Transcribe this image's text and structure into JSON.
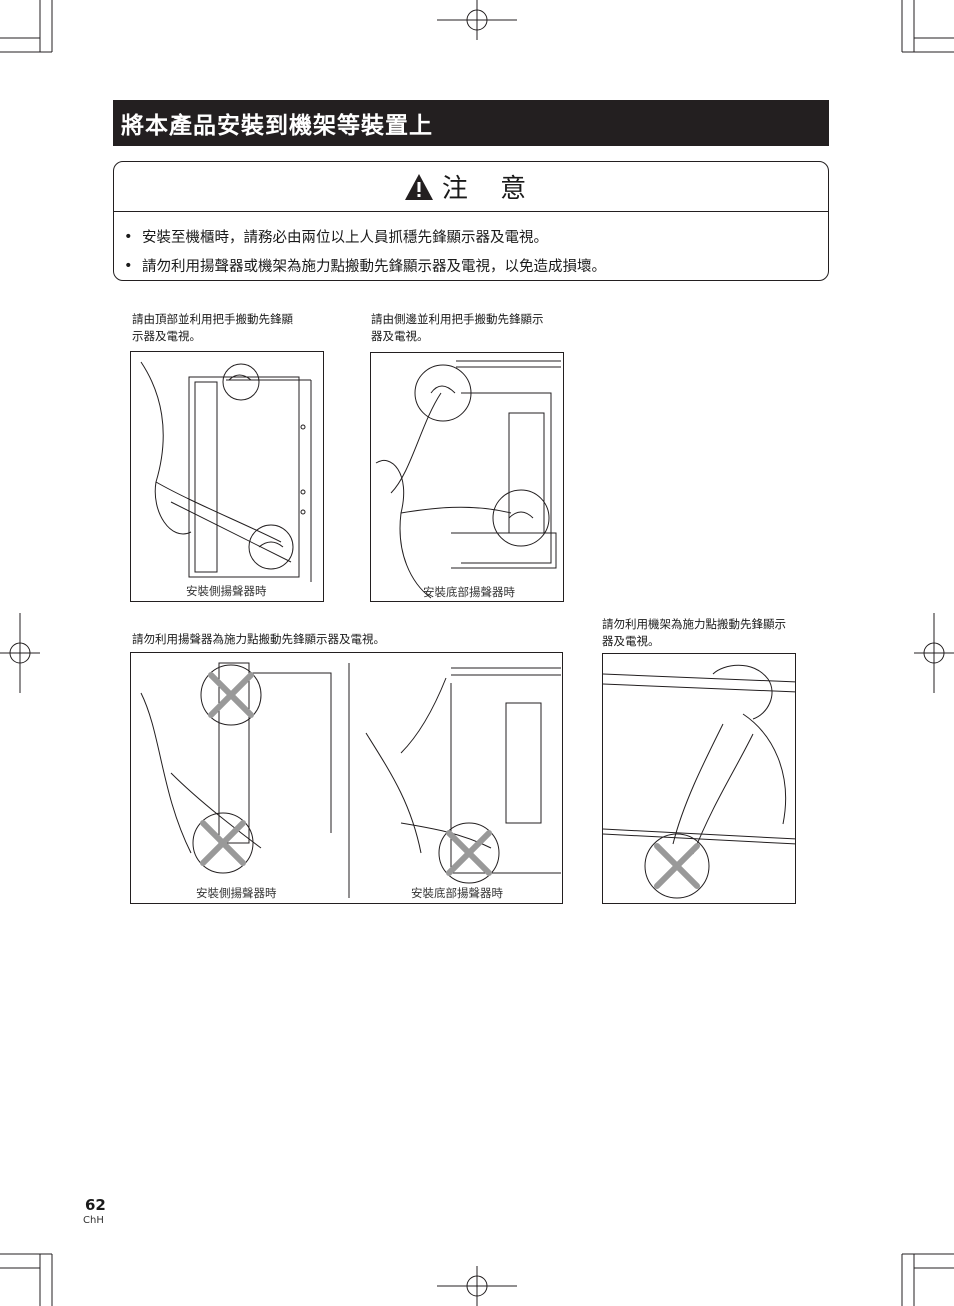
{
  "title": "將本產品安裝到機架等裝置上",
  "caution": {
    "heading": "注 意",
    "items": [
      "安裝至機櫃時，請務必由兩位以上人員抓穩先鋒顯示器及電視。",
      "請勿利用揚聲器或機架為施力點搬動先鋒顯示器及電視，以免造成損壞。"
    ]
  },
  "figures": {
    "top_left": {
      "caption_line1": "請由頂部並利用把手搬動先鋒顯",
      "caption_line2": "示器及電視。",
      "label": "安裝側揚聲器時"
    },
    "top_middle": {
      "caption_line1": "請由側邊並利用把手搬動先鋒顯示",
      "caption_line2": "器及電視。",
      "label": "安裝底部揚聲器時"
    },
    "bottom_wide": {
      "caption": "請勿利用揚聲器為施力點搬動先鋒顯示器及電視。",
      "label_left": "安裝側揚聲器時",
      "label_right": "安裝底部揚聲器時"
    },
    "bottom_right": {
      "caption_line1": "請勿利用機架為施力點搬動先鋒顯示",
      "caption_line2": "器及電視。"
    }
  },
  "footer": {
    "page_number": "62",
    "language": "ChH"
  }
}
